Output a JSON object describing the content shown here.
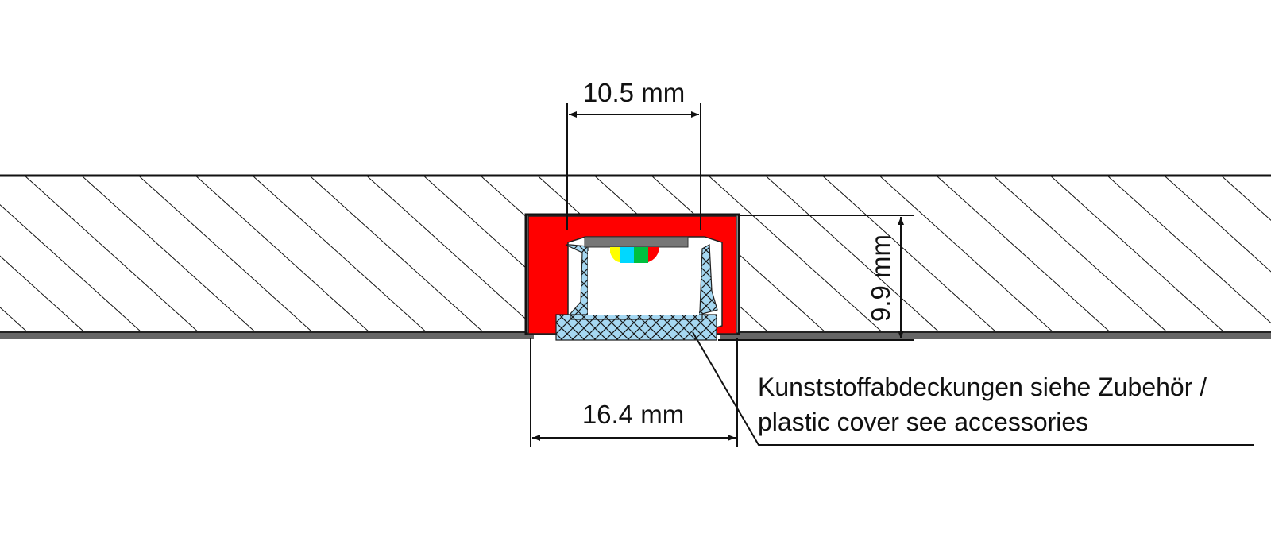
{
  "dimensions": {
    "top_width": "10.5 mm",
    "height": "9.9 mm",
    "bottom_width": "16.4 mm"
  },
  "note": {
    "line1": "Kunststoffabdeckungen siehe Zubehör /",
    "line2": "plastic cover see accessories"
  },
  "colors": {
    "profile": "#ff0000",
    "diffuser": "#a6d8f2",
    "hatch": "#111111",
    "panel_line": "#666666",
    "led_base": "#777777",
    "led_rgb": [
      "#ffff00",
      "#00d8ff",
      "#00c040",
      "#ff0000"
    ]
  }
}
